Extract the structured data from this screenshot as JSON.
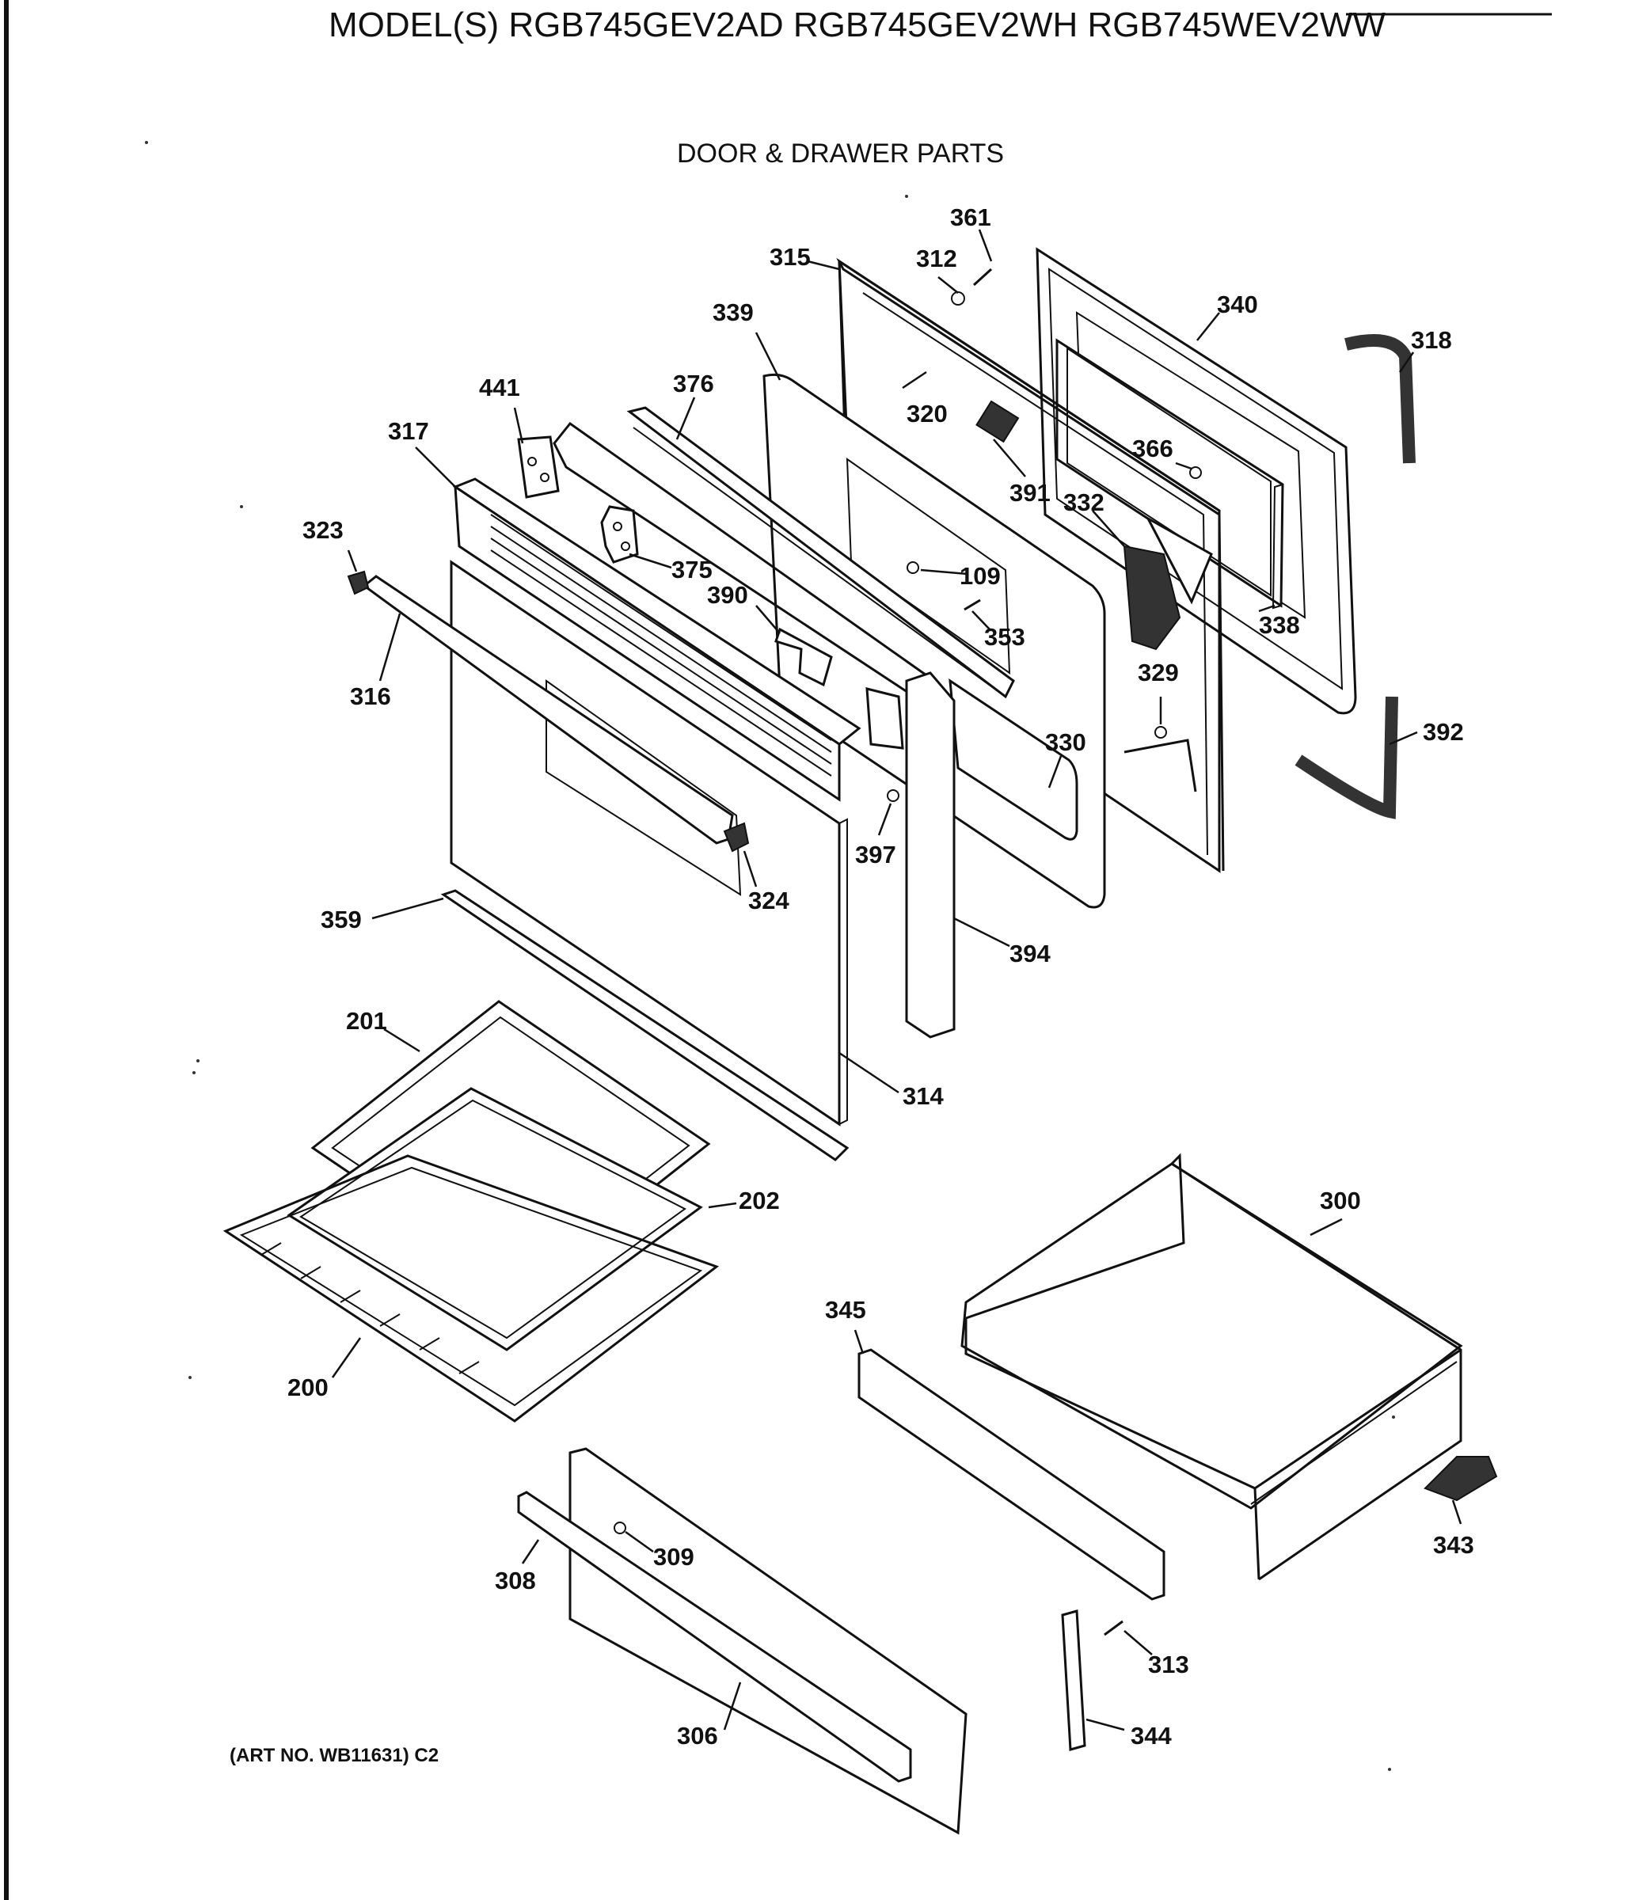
{
  "header": {
    "models": "MODEL(S) RGB745GEV2AD  RGB745GEV2WH  RGB745WEV2WW",
    "section_title": "DOOR & DRAWER PARTS"
  },
  "footer": {
    "art_number": "(ART NO. WB11631) C2"
  },
  "callouts": {
    "p361": "361",
    "p312": "312",
    "p315": "315",
    "p340": "340",
    "p318": "318",
    "p339": "339",
    "p376": "376",
    "p441": "441",
    "p320": "320",
    "p317": "317",
    "p366": "366",
    "p323": "323",
    "p391": "391",
    "p332": "332",
    "p375": "375",
    "p109": "109",
    "p390": "390",
    "p353": "353",
    "p338": "338",
    "p316": "316",
    "p329": "329",
    "p392": "392",
    "p330": "330",
    "p397": "397",
    "p324": "324",
    "p359": "359",
    "p394": "394",
    "p201": "201",
    "p314": "314",
    "p202": "202",
    "p300": "300",
    "p345": "345",
    "p200": "200",
    "p343": "343",
    "p309": "309",
    "p308": "308",
    "p313": "313",
    "p306": "306",
    "p344": "344"
  }
}
